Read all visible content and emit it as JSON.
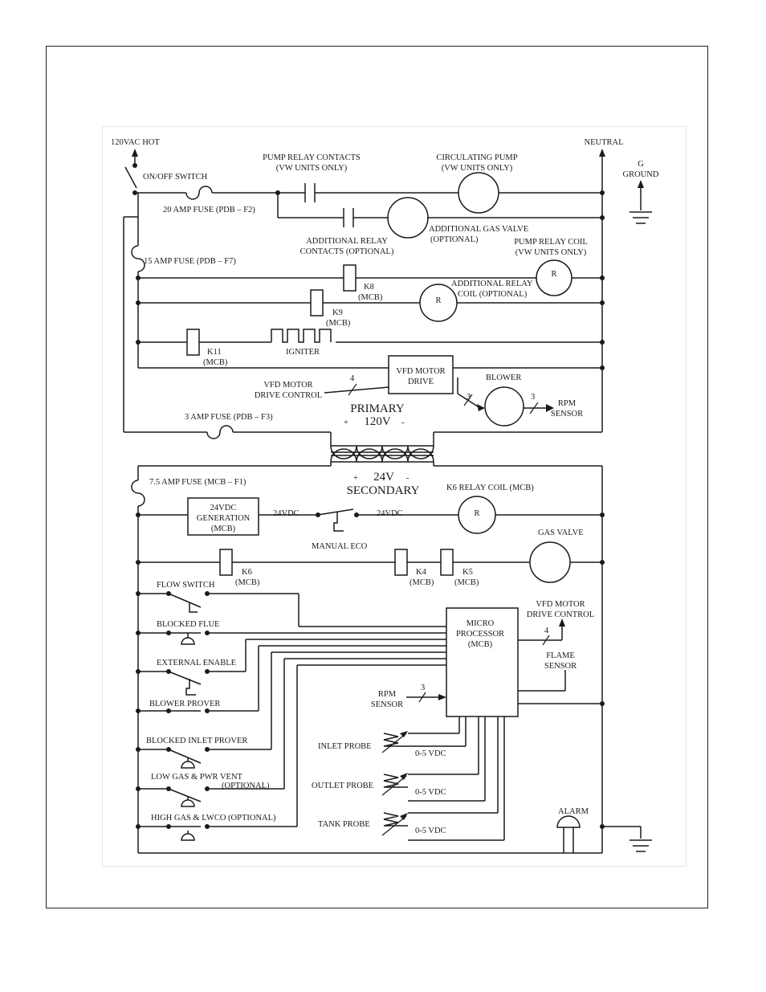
{
  "labels": {
    "hot": "120VAC HOT",
    "neutral": "NEUTRAL",
    "ground_g": "G",
    "ground": "GROUND",
    "on_off": "ON/OFF SWITCH",
    "fuse20": "20 AMP FUSE (PDB – F2)",
    "pump_relay_contacts_1": "PUMP RELAY CONTACTS",
    "pump_relay_contacts_2": "(VW UNITS ONLY)",
    "circ_pump_1": "CIRCULATING PUMP",
    "circ_pump_2": "(VW UNITS ONLY)",
    "add_relay_1": "ADDITIONAL RELAY",
    "add_relay_2": "CONTACTS (OPTIONAL)",
    "add_gas_1": "ADDITIONAL GAS VALVE",
    "add_gas_2": "(OPTIONAL)",
    "fuse15": "15 AMP FUSE (PDB – F7)",
    "pump_coil_1": "PUMP RELAY COIL",
    "pump_coil_2": "(VW UNITS ONLY)",
    "k8": "K8",
    "mcb": "(MCB)",
    "add_coil_1": "ADDITIONAL RELAY",
    "add_coil_2": "COIL (OPTIONAL)",
    "k9": "K9",
    "k11": "K11",
    "igniter": "IGNITER",
    "vfd_drive_1": "VFD MOTOR",
    "vfd_drive_2": "DRIVE",
    "vfd_ctrl_1": "VFD MOTOR",
    "vfd_ctrl_2": "DRIVE CONTROL",
    "four": "4",
    "three": "3",
    "blower": "BLOWER",
    "rpm_1": "RPM",
    "rpm_2": "SENSOR",
    "fuse3": "3 AMP FUSE (PDB – F3)",
    "primary": "PRIMARY",
    "v120": "120V",
    "plus": "+",
    "minus": "-",
    "v24": "24V",
    "secondary": "SECONDARY",
    "fuse75": "7.5 AMP FUSE (MCB – F1)",
    "gen_1": "24VDC",
    "gen_2": "GENERATION",
    "gen_3": "(MCB)",
    "vdc24": "24VDC",
    "manual_eco": "MANUAL ECO",
    "k6_coil": "K6 RELAY COIL (MCB)",
    "r": "R",
    "gas_valve": "GAS VALVE",
    "k6": "K6",
    "k4": "K4",
    "k5": "K5",
    "flow_switch": "FLOW SWITCH",
    "blocked_flue": "BLOCKED FLUE",
    "external_enable": "EXTERNAL ENABLE",
    "blower_prover": "BLOWER PROVER",
    "blocked_inlet": "BLOCKED INLET PROVER",
    "low_gas": "LOW GAS & PWR VENT",
    "optional": "(OPTIONAL)",
    "high_gas": "HIGH GAS & LWCO (OPTIONAL)",
    "micro_1": "MICRO",
    "micro_2": "PROCESSOR",
    "micro_3": "(MCB)",
    "vfd_out_1": "VFD MOTOR",
    "vfd_out_2": "DRIVE CONTROL",
    "flame_1": "FLAME",
    "flame_2": "SENSOR",
    "rpm_in_1": "RPM",
    "rpm_in_2": "SENSOR",
    "inlet_probe": "INLET PROBE",
    "outlet_probe": "OUTLET PROBE",
    "tank_probe": "TANK PROBE",
    "vdc05": "0-5 VDC",
    "alarm": "ALARM"
  }
}
